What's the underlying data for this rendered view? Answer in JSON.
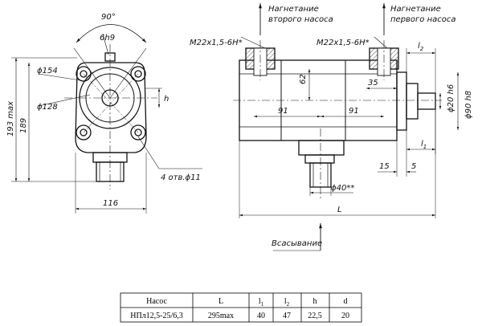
{
  "labels": {
    "angle": "90°",
    "key": "6h9",
    "d154": "ϕ154",
    "d128": "ϕ128",
    "h_left": "h",
    "h193": "193 max",
    "h189": "189",
    "holes": "4 отв.ϕ11",
    "w116": "116",
    "thread_left": "M22x1,5-6H*",
    "thread_right": "M22x1,5-6H*",
    "note_second_1": "Нагнетание",
    "note_second_2": "второго насоса",
    "note_first_1": "Нагнетание",
    "note_first_2": "первого насоса",
    "l2": "l2",
    "l2_sub": "2",
    "dim62": "62",
    "dim35": "35",
    "dim91a": "91",
    "dim91b": "91",
    "d20": "ϕ20 h6",
    "d90": "ϕ90 h8",
    "l1": "l1",
    "dim15": "15",
    "dim5": "5",
    "d40": "ϕ40**",
    "L": "L",
    "suction": "Всасывание"
  },
  "table": {
    "headers": [
      "Насос",
      "L",
      "l1",
      "l2",
      "h",
      "d"
    ],
    "rows": [
      [
        "НПл12,5-25/6,3",
        "295max",
        "40",
        "47",
        "22,5",
        "20"
      ]
    ]
  }
}
